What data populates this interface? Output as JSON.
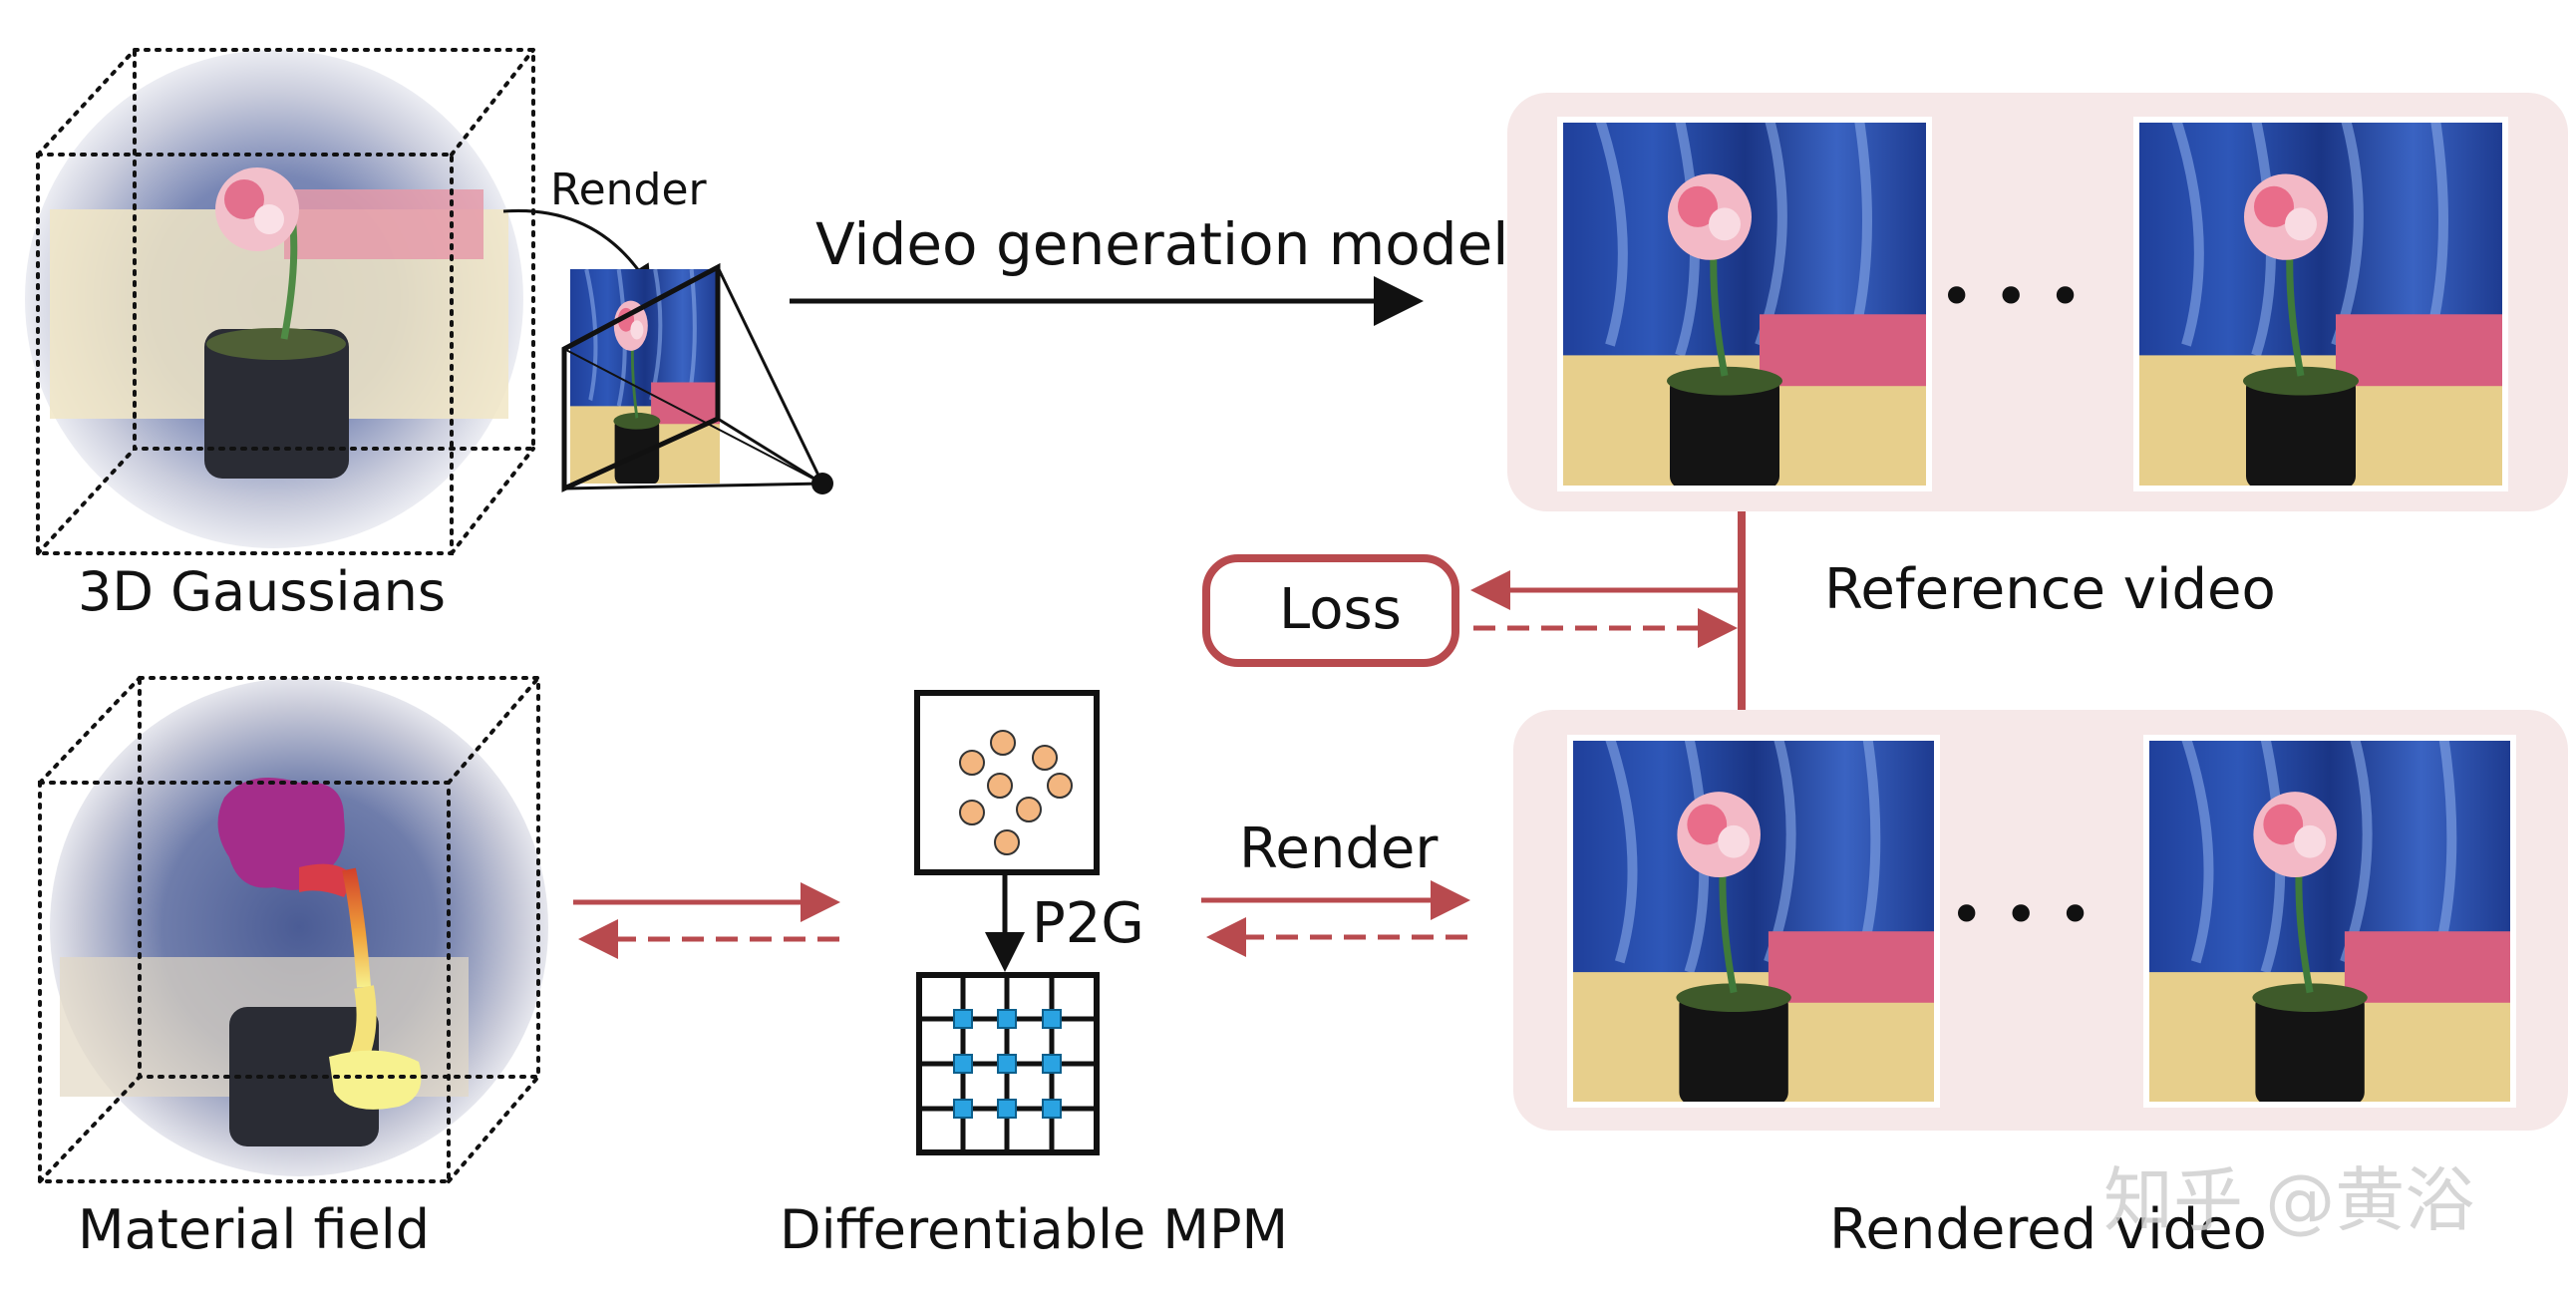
{
  "labels": {
    "gaussians": "3D Gaussians",
    "render_top": "Render",
    "video_model": "Video generation model",
    "reference_video": "Reference video",
    "loss": "Loss",
    "material_field": "Material field",
    "p2g": "P2G",
    "mpm": "Differentiable MPM",
    "render_bottom": "Render",
    "rendered_video": "Rendered video",
    "ellipsis_top": "• • •",
    "ellipsis_bottom": "• • •"
  },
  "watermark": "知乎 @黄浴",
  "colors": {
    "accent_red": "#b84a4e",
    "panel_pink": "#f6e8e8",
    "particle": "#f3b680",
    "grid_node": "#2aa3e2",
    "ink": "#111111"
  }
}
